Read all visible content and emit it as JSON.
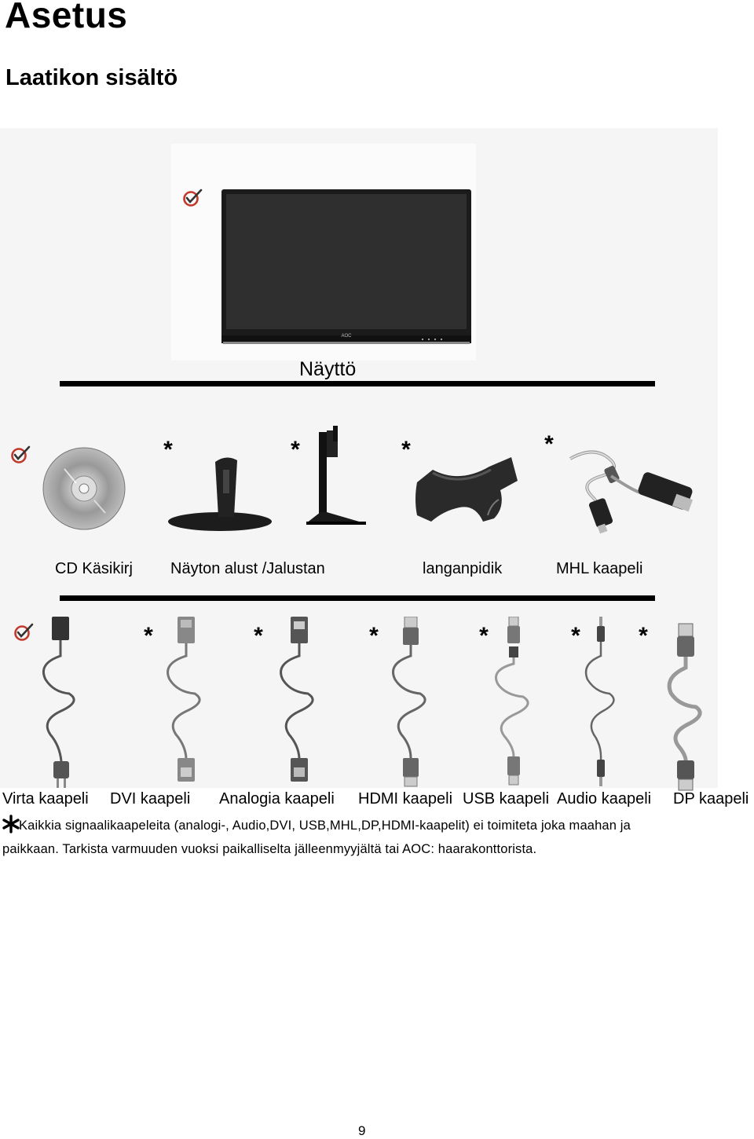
{
  "heading": "Asetus",
  "subheading": "Laatikon sisältö",
  "monitor": {
    "label": "Näyttö",
    "logo_text": "AOC"
  },
  "row1_labels": {
    "cd": "CD Käsikirj",
    "stand": "Näyton alust /Jalustan",
    "cable_holder": "langanpidik",
    "mhl": "MHL kaapeli"
  },
  "row2_labels": {
    "power": "Virta kaapeli",
    "dvi": "DVI kaapeli",
    "analog": "Analogia kaapeli",
    "hdmi": "HDMI kaapeli",
    "usb": "USB kaapeli",
    "audio": "Audio kaapeli",
    "dp": "DP kaapeli"
  },
  "icons": {
    "included": "check-circle-icon",
    "optional": "asterisk-icon",
    "accent": "#c0392b"
  },
  "note": {
    "line1": "Kaikkia signaalikaapeleita (analogi-, Audio,DVI, USB,MHL,DP,HDMI-kaapelit) ei toimiteta joka maahan ja",
    "line2": "paikkaan. Tarkista varmuuden vuoksi paikalliselta jälleenmyyjältä tai AOC: haarakonttorista."
  },
  "page_number": "9"
}
